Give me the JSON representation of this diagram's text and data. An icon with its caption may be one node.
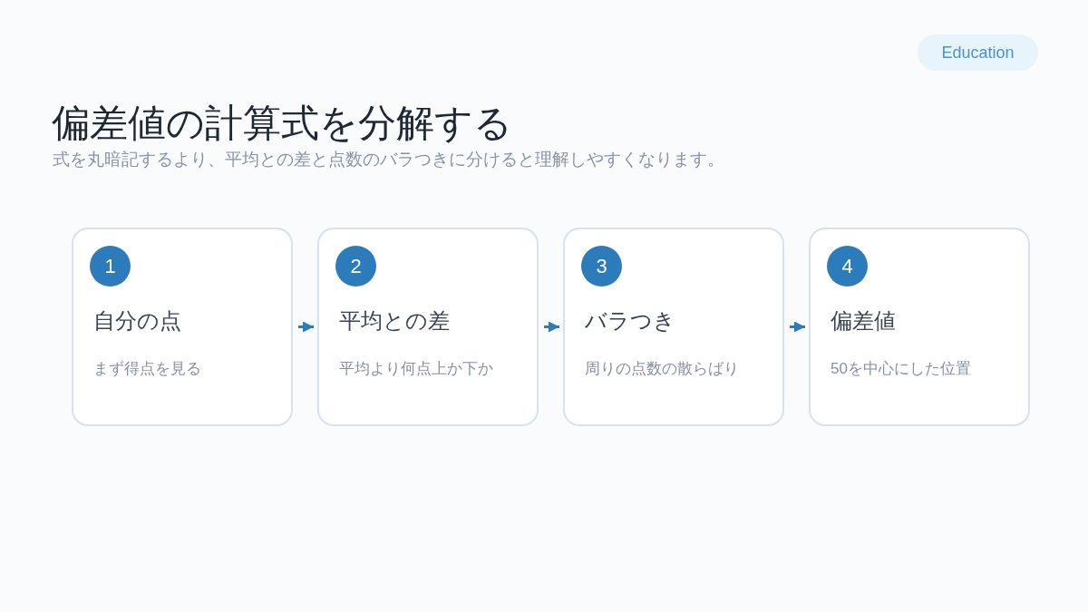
{
  "diagram": {
    "title": "偏差値の計算式を分解する",
    "nodes": [
      {
        "text": [
          "Education"
        ]
      },
      {
        "text": [
          "自分の点",
          "まず得点を見る"
        ]
      },
      {
        "text": [
          "1"
        ],
        "in": 1
      },
      {
        "text": [
          "平均との差",
          "平均より何点上か下か"
        ]
      },
      {
        "text": [
          "2"
        ],
        "in": 3
      },
      {
        "text": [
          "バラつき",
          "周りの点数の散らばり"
        ]
      },
      {
        "text": [
          "3"
        ],
        "in": 5
      },
      {
        "text": [
          "偏差値",
          "50を中心にした位置"
        ]
      },
      {
        "text": [
          "4"
        ],
        "in": 7
      }
    ],
    "edges": [
      {
        "from": 1,
        "to": 3,
        "arrow": "to"
      },
      {
        "from": 3,
        "to": 5,
        "arrow": "to"
      },
      {
        "from": 5,
        "to": 7,
        "arrow": "to"
      }
    ],
    "labels": [
      "式を丸暗記するより、平均との差と点数のバラつきに分けると理解しやすくなります。"
    ]
  }
}
